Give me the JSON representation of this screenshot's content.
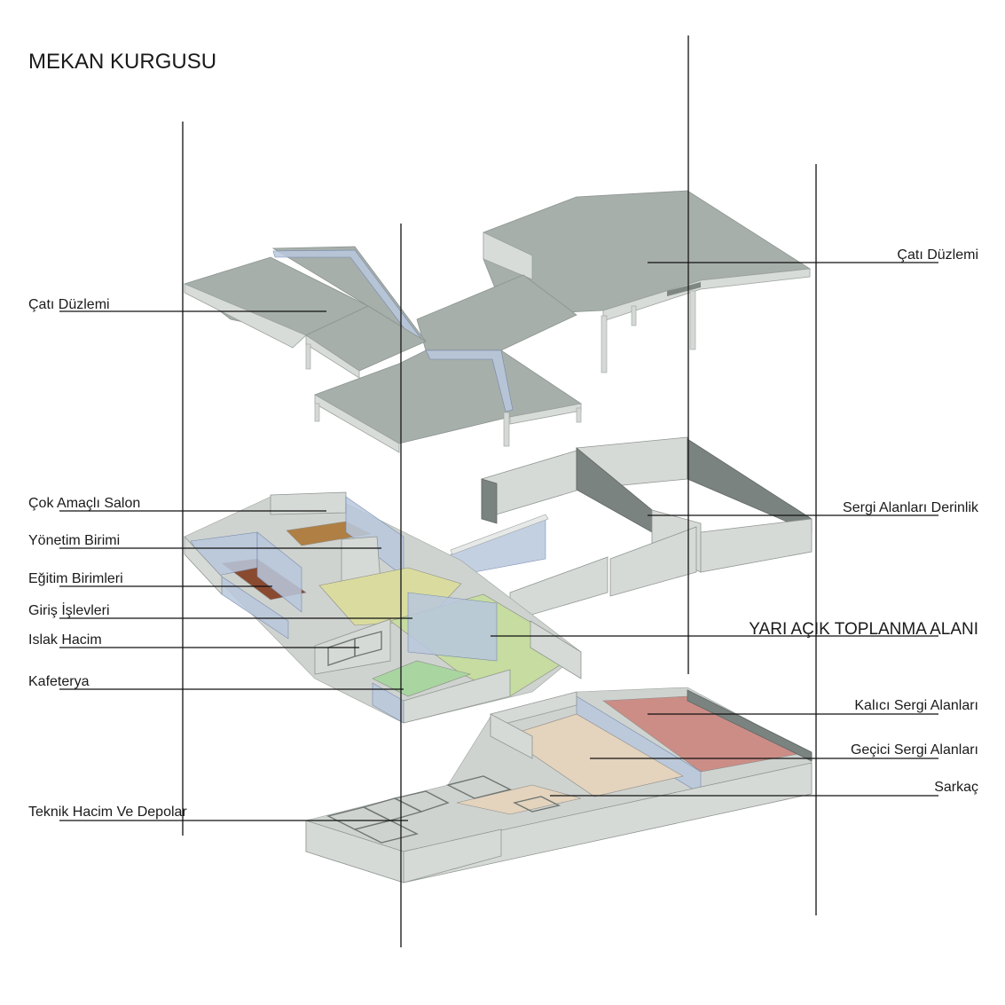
{
  "title": "MEKAN KURGUSU",
  "labels": {
    "cati_left": "Çatı Düzlemi",
    "cati_right": "Çatı Düzlemi",
    "cok_amacli": "Çok Amaçlı Salon",
    "yonetim": "Yönetim Birimi",
    "egitim": "Eğitim Birimleri",
    "giris": "Giriş İşlevleri",
    "islak": "Islak Hacim",
    "kafeterya": "Kafeterya",
    "teknik": "Teknik Hacim Ve Depolar",
    "sergi_derinlik": "Sergi Alanları Derinlik",
    "yari_acik": "YARI AÇIK TOPLANMA ALANI",
    "kalici": "Kalıcı Sergi Alanları",
    "gecici": "Geçici Sergi Alanları",
    "sarkac": "Sarkaç"
  },
  "colors": {
    "cok_amacli": "#b07f43",
    "egitim": "#8a4a2f",
    "giris": "#d9dc9e",
    "yari_acik": "#c6dca0",
    "kafeterya": "#a9d5a0",
    "gecici": "#e4d3bd",
    "kalici": "#cc8d87",
    "yonetim_glass": "#aebfe0"
  }
}
